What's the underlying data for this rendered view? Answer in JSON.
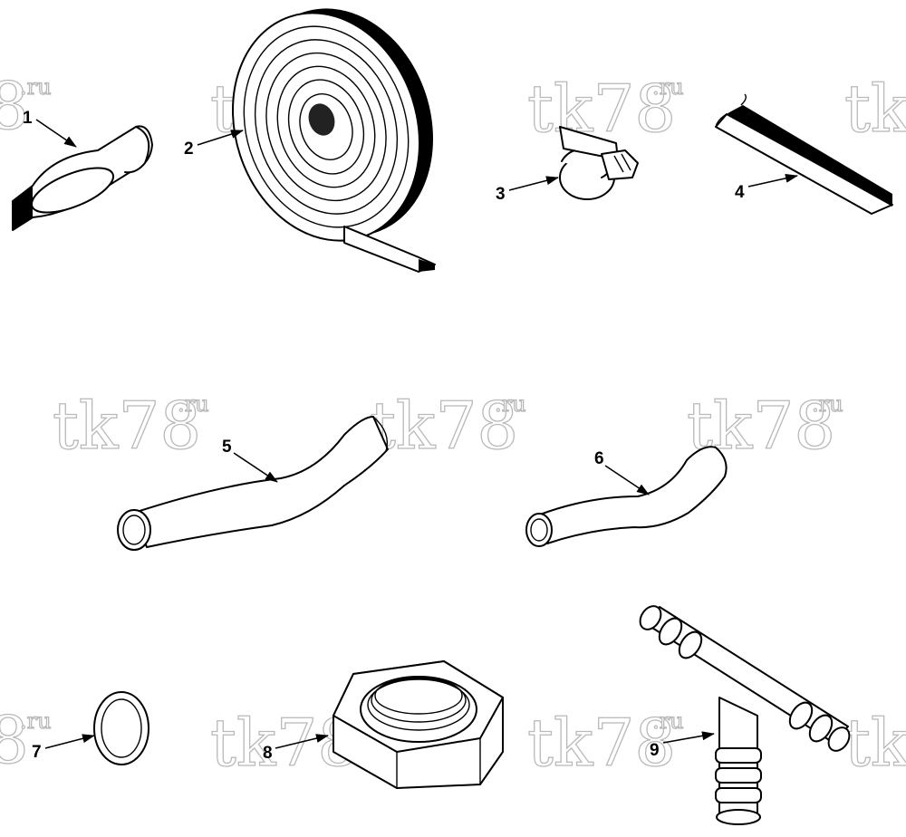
{
  "watermark": {
    "brand": "tk78",
    "suffix": ".ru",
    "partial_brand": "8",
    "partial_right": "tk"
  },
  "callouts": [
    {
      "id": "1",
      "label": "1"
    },
    {
      "id": "2",
      "label": "2"
    },
    {
      "id": "3",
      "label": "3"
    },
    {
      "id": "4",
      "label": "4"
    },
    {
      "id": "5",
      "label": "5"
    },
    {
      "id": "6",
      "label": "6"
    },
    {
      "id": "7",
      "label": "7"
    },
    {
      "id": "8",
      "label": "8"
    },
    {
      "id": "9",
      "label": "9"
    }
  ],
  "colors": {
    "ink": "#000000",
    "watermark": "#b9b9b9",
    "background": "#ffffff"
  }
}
